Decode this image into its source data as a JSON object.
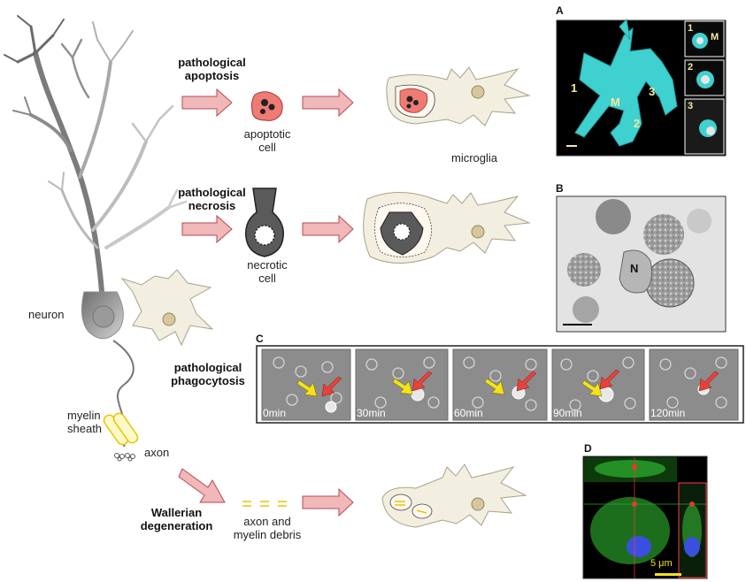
{
  "labels": {
    "apoptosis": "pathological\napoptosis",
    "apoptotic_cell": "apoptotic\ncell",
    "microglia": "microglia",
    "necrosis": "pathological\nnecrosis",
    "necrotic_cell": "necrotic\ncell",
    "neuron": "neuron",
    "phagocytosis": "pathological\nphagocytosis",
    "myelin_sheath": "myelin\nsheath",
    "axon": "axon",
    "wallerian": "Wallerian\ndegeneration",
    "debris": "axon and\nmyelin debris"
  },
  "panels": {
    "a": {
      "letter": "A",
      "main_labels": [
        "1",
        "M",
        "3",
        "2"
      ],
      "insets": [
        {
          "num": "1",
          "tag": "M"
        },
        {
          "num": "2",
          "tag": ""
        },
        {
          "num": "3",
          "tag": ""
        }
      ]
    },
    "b": {
      "letter": "B",
      "nucleus_label": "N"
    },
    "c": {
      "letter": "C",
      "frames": [
        "0min",
        "30min",
        "60min",
        "90min",
        "120min"
      ]
    },
    "d": {
      "letter": "D",
      "scale_bar": "5 μm"
    }
  },
  "colors": {
    "arrow_fill": "#f0b8b8",
    "arrow_stroke": "#b84a52",
    "cell_fill": "#f2efe0",
    "cyan": "#3fd0d0",
    "yellow_arrow": "#f4e21a",
    "red_arrow": "#e8413a"
  }
}
